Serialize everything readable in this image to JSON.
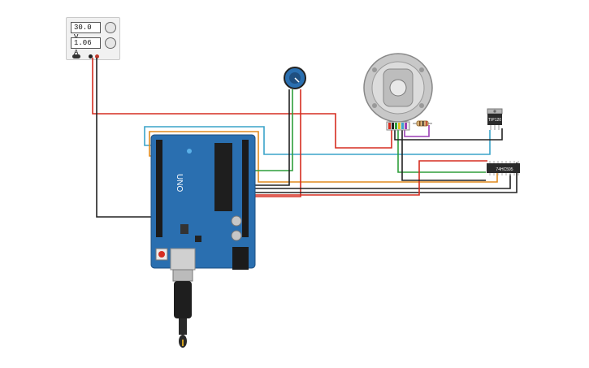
{
  "power_supply": {
    "voltage_display": "30.0 V",
    "current_display": "1.06 A"
  },
  "components": {
    "transistor_label": "TIP120",
    "ic_label": "74HC595",
    "board_label": "UNO"
  },
  "colors": {
    "wire_red": "#d62d20",
    "wire_black": "#222222",
    "wire_green": "#2e9e3a",
    "wire_orange": "#e08a1e",
    "wire_blue": "#3aa3c9",
    "board": "#2a6fb0",
    "ic_body": "#2b2b2b"
  }
}
